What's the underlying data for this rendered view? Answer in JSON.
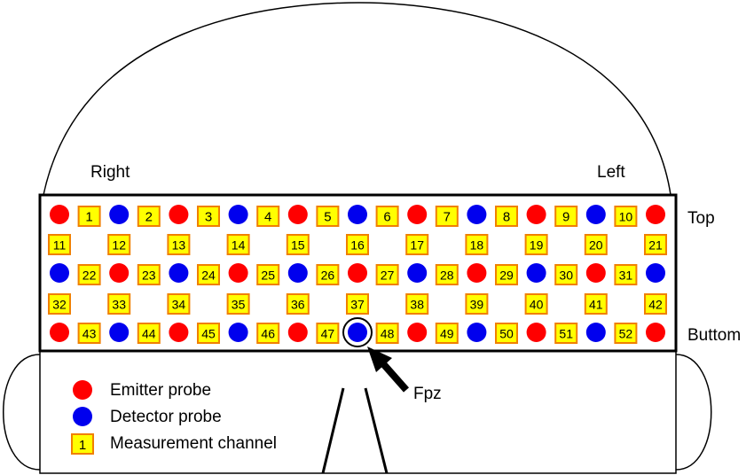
{
  "labels": {
    "right": "Right",
    "left": "Left",
    "top": "Top",
    "bottom": "Buttom",
    "fpz": "Fpz"
  },
  "legend": {
    "emitter": "Emitter probe",
    "detector": "Detector probe",
    "channel": "Measurement channel",
    "channel_example": "1"
  },
  "colors": {
    "emitter": "#ff0000",
    "detector": "#0000ee",
    "channel_fill": "#ffff00",
    "channel_border": "#f08000",
    "outline": "#000000"
  },
  "probe_rows": [
    [
      "E",
      "D",
      "E",
      "D",
      "E",
      "D",
      "E",
      "D",
      "E",
      "D",
      "E"
    ],
    [
      "D",
      "E",
      "D",
      "E",
      "D",
      "E",
      "D",
      "E",
      "D",
      "E",
      "D"
    ],
    [
      "E",
      "D",
      "E",
      "D",
      "E",
      "D",
      "E",
      "D",
      "E",
      "D",
      "E"
    ]
  ],
  "channel_rows": [
    [
      "1",
      "2",
      "3",
      "4",
      "5",
      "6",
      "7",
      "8",
      "9",
      "10"
    ],
    [
      "11",
      "12",
      "13",
      "14",
      "15",
      "16",
      "17",
      "18",
      "19",
      "20",
      "21"
    ],
    [
      "22",
      "23",
      "24",
      "25",
      "26",
      "27",
      "28",
      "29",
      "30",
      "31"
    ],
    [
      "32",
      "33",
      "34",
      "35",
      "36",
      "37",
      "38",
      "39",
      "40",
      "41",
      "42"
    ],
    [
      "43",
      "44",
      "45",
      "46",
      "47",
      "48",
      "49",
      "50",
      "51",
      "52"
    ]
  ],
  "highlighted_probe": {
    "row": 2,
    "col": 5,
    "label": "Fpz"
  }
}
